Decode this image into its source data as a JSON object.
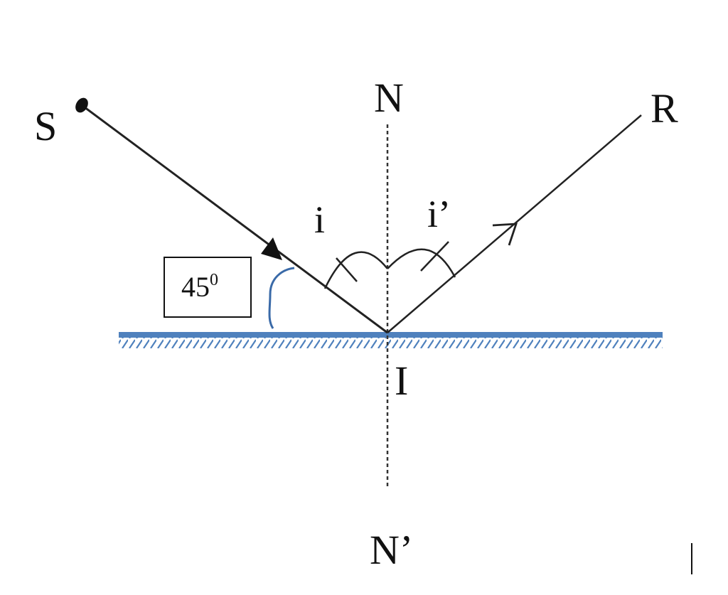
{
  "diagram": {
    "labels": {
      "source": "S",
      "normal_top": "N",
      "normal_bottom": "N’",
      "reflected": "R",
      "incidence_point": "I",
      "incidence_angle": "i",
      "reflection_angle": "i’"
    },
    "angle_box": {
      "value": "45",
      "superscript": "0"
    },
    "colors": {
      "mirror": "#4f81bd",
      "rays": "#222222",
      "normal": "#333333",
      "bracket": "#3a6aa8",
      "text": "#111111"
    }
  }
}
